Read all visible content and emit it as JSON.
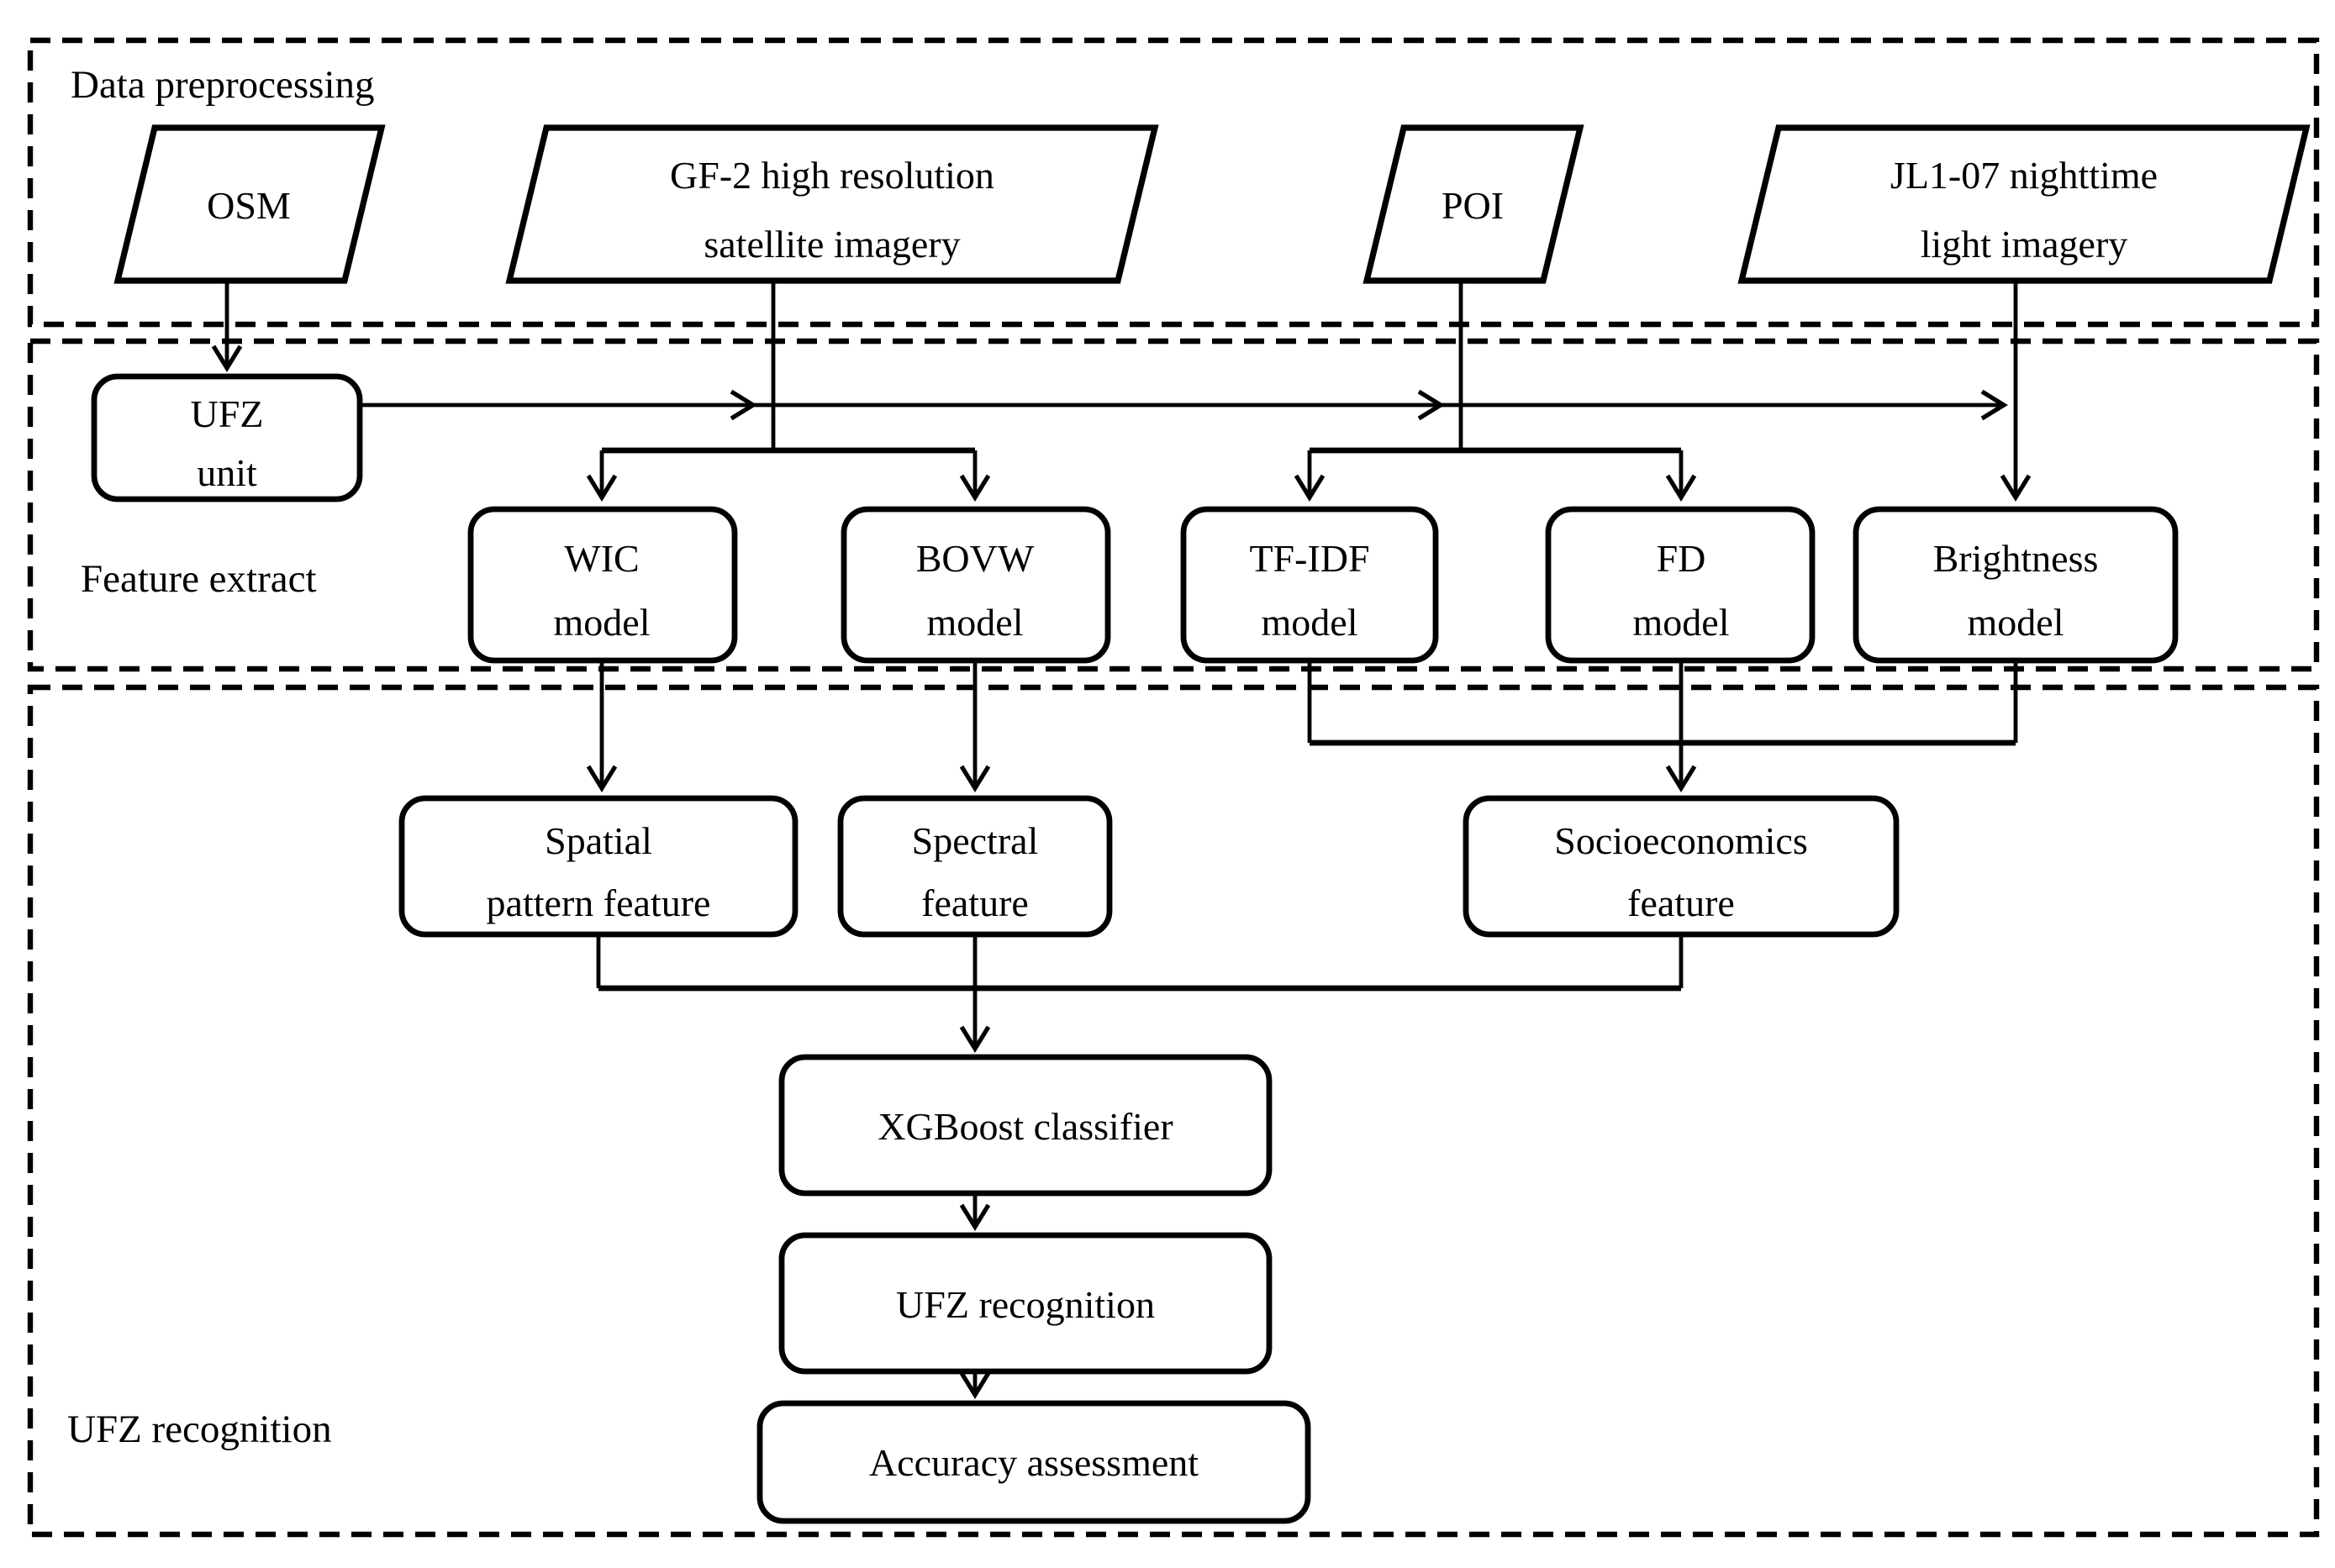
{
  "colors": {
    "ink": "#000000",
    "background": "#ffffff"
  },
  "sections": {
    "preprocessing": {
      "label": "Data preprocessing"
    },
    "feature_extract": {
      "label": "Feature extract"
    },
    "recognition": {
      "label": "UFZ recognition"
    }
  },
  "nodes": {
    "osm": {
      "label": "OSM"
    },
    "gf2": {
      "line1": "GF-2 high resolution",
      "line2": "satellite imagery"
    },
    "poi": {
      "label": "POI"
    },
    "jl1_07": {
      "line1": "JL1-07 nighttime",
      "line2": "light imagery"
    },
    "ufz_unit": {
      "line1": "UFZ",
      "line2": "unit"
    },
    "wic": {
      "line1": "WIC",
      "line2": "model"
    },
    "bovw": {
      "line1": "BOVW",
      "line2": "model"
    },
    "tf_idf": {
      "line1": "TF-IDF",
      "line2": "model"
    },
    "fd": {
      "line1": "FD",
      "line2": "model"
    },
    "brightness": {
      "line1": "Brightness",
      "line2": "model"
    },
    "spatial": {
      "line1": "Spatial",
      "line2": "pattern feature"
    },
    "spectral": {
      "line1": "Spectral",
      "line2": "feature"
    },
    "socioeconomics": {
      "line1": "Socioeconomics",
      "line2": "feature"
    },
    "xgboost": {
      "label": "XGBoost classifier"
    },
    "ufz_recognition": {
      "label": "UFZ recognition"
    },
    "accuracy": {
      "label": "Accuracy assessment"
    }
  }
}
